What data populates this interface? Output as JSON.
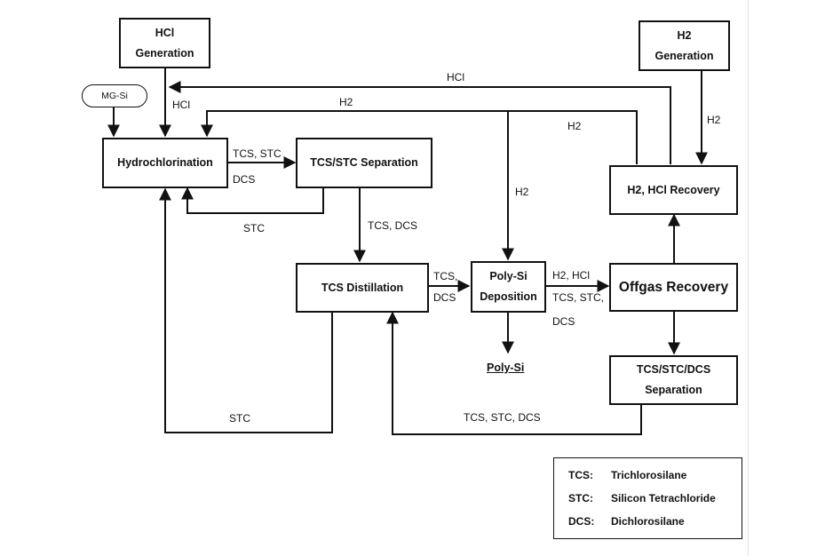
{
  "boxes": {
    "hcl_generation": [
      "HCl",
      "Generation"
    ],
    "h2_generation": [
      "H2",
      "Generation"
    ],
    "mg_si": "MG-Si",
    "hydrochlorination": "Hydrochlorination",
    "tcs_stc_separation": "TCS/STC Separation",
    "h2_hcl_recovery": "H2, HCl Recovery",
    "tcs_distillation": "TCS Distillation",
    "poly_si_deposition": [
      "Poly-Si",
      "Deposition"
    ],
    "offgas_recovery": "Offgas Recovery",
    "tcs_stc_dcs_separation": [
      "TCS/STC/DCS",
      "Separation"
    ]
  },
  "product": "Poly-Si",
  "flow_labels": {
    "hcl_top": "HCl",
    "hcl_down": "HCl",
    "h2_mid": "H2",
    "h2_right": "H2",
    "h2_gen_down": "H2",
    "h2_down_deposition": "H2",
    "tcs_stc": "TCS, STC",
    "dcs_left": "DCS",
    "stc_return_upper": "STC",
    "tcs_dcs": "TCS, DCS",
    "tcs_comma": "TCS,",
    "dcs_mid": "DCS",
    "h2_hcl": "H2, HCl",
    "tcs_stc_2": "TCS, STC,",
    "dcs_right": "DCS",
    "stc_bottom": "STC",
    "tcs_stc_dcs": "TCS, STC, DCS"
  },
  "legend": [
    {
      "abbr": "TCS:",
      "full": "Trichlorosilane"
    },
    {
      "abbr": "STC:",
      "full": "Silicon Tetrachloride"
    },
    {
      "abbr": "DCS:",
      "full": "Dichlorosilane"
    }
  ]
}
